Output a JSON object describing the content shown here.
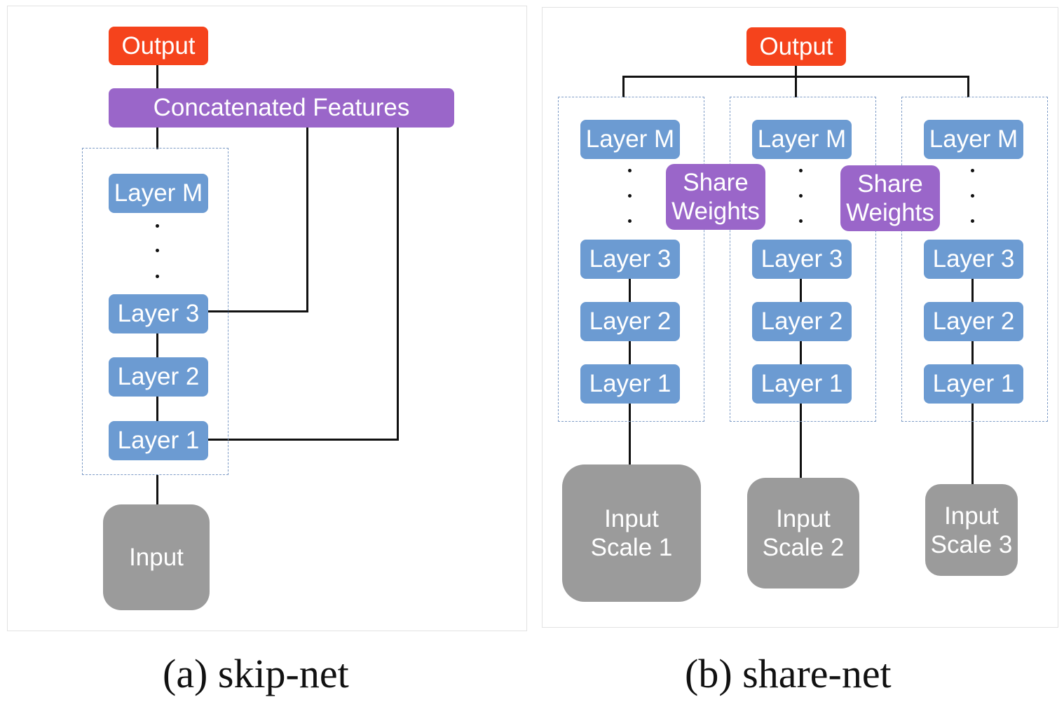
{
  "skip_net": {
    "output": "Output",
    "concat": "Concatenated Features",
    "layers": [
      "Layer M",
      "Layer 3",
      "Layer 2",
      "Layer 1"
    ],
    "input": "Input",
    "caption": "(a) skip-net"
  },
  "share_net": {
    "output": "Output",
    "share": "Share Weights",
    "columns": [
      {
        "layer_m": "Layer M",
        "layer_3": "Layer 3",
        "layer_2": "Layer 2",
        "layer_1": "Layer 1",
        "input": "Input Scale 1"
      },
      {
        "layer_m": "Layer M",
        "layer_3": "Layer 3",
        "layer_2": "Layer 2",
        "layer_1": "Layer 1",
        "input": "Input Scale 2"
      },
      {
        "layer_m": "Layer M",
        "layer_3": "Layer 3",
        "layer_2": "Layer 2",
        "layer_1": "Layer 1",
        "input": "Input Scale 3"
      }
    ],
    "caption": "(b) share-net"
  },
  "colors": {
    "output": "#f5431c",
    "concat": "#9a66c9",
    "layer": "#6c9bd2",
    "input": "#9b9b9b"
  }
}
